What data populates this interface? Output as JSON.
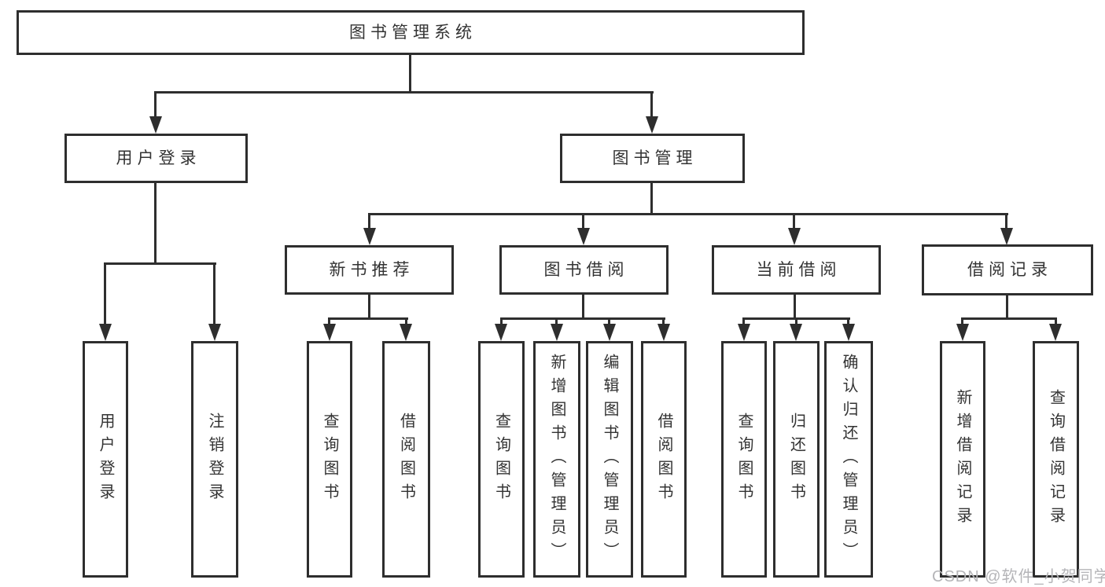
{
  "diagram": {
    "root": {
      "label": "图书管理系统"
    },
    "level2": [
      {
        "label": "用户登录",
        "children": [
          {
            "label": "用户登录"
          },
          {
            "label": "注销登录"
          }
        ]
      },
      {
        "label": "图书管理"
      }
    ],
    "level3": [
      {
        "label": "新书推荐",
        "children": [
          {
            "label": "查询图书"
          },
          {
            "label": "借阅图书"
          }
        ]
      },
      {
        "label": "图书借阅",
        "children": [
          {
            "label": "查询图书"
          },
          {
            "label": "新增图书（管理员）"
          },
          {
            "label": "编辑图书（管理员）"
          },
          {
            "label": "借阅图书"
          }
        ]
      },
      {
        "label": "当前借阅",
        "children": [
          {
            "label": "查询图书"
          },
          {
            "label": "归还图书"
          },
          {
            "label": "确认归还（管理员）"
          }
        ]
      },
      {
        "label": "借阅记录",
        "children": [
          {
            "label": "新增借阅记录"
          },
          {
            "label": "查询借阅记录"
          }
        ]
      }
    ]
  },
  "watermark": {
    "text": "CSDN @软件_小贺同学"
  },
  "colors": {
    "line": "#2e2e2e",
    "text": "#333333",
    "box_background": "#ffffff",
    "watermark": "#b5b5b8"
  }
}
